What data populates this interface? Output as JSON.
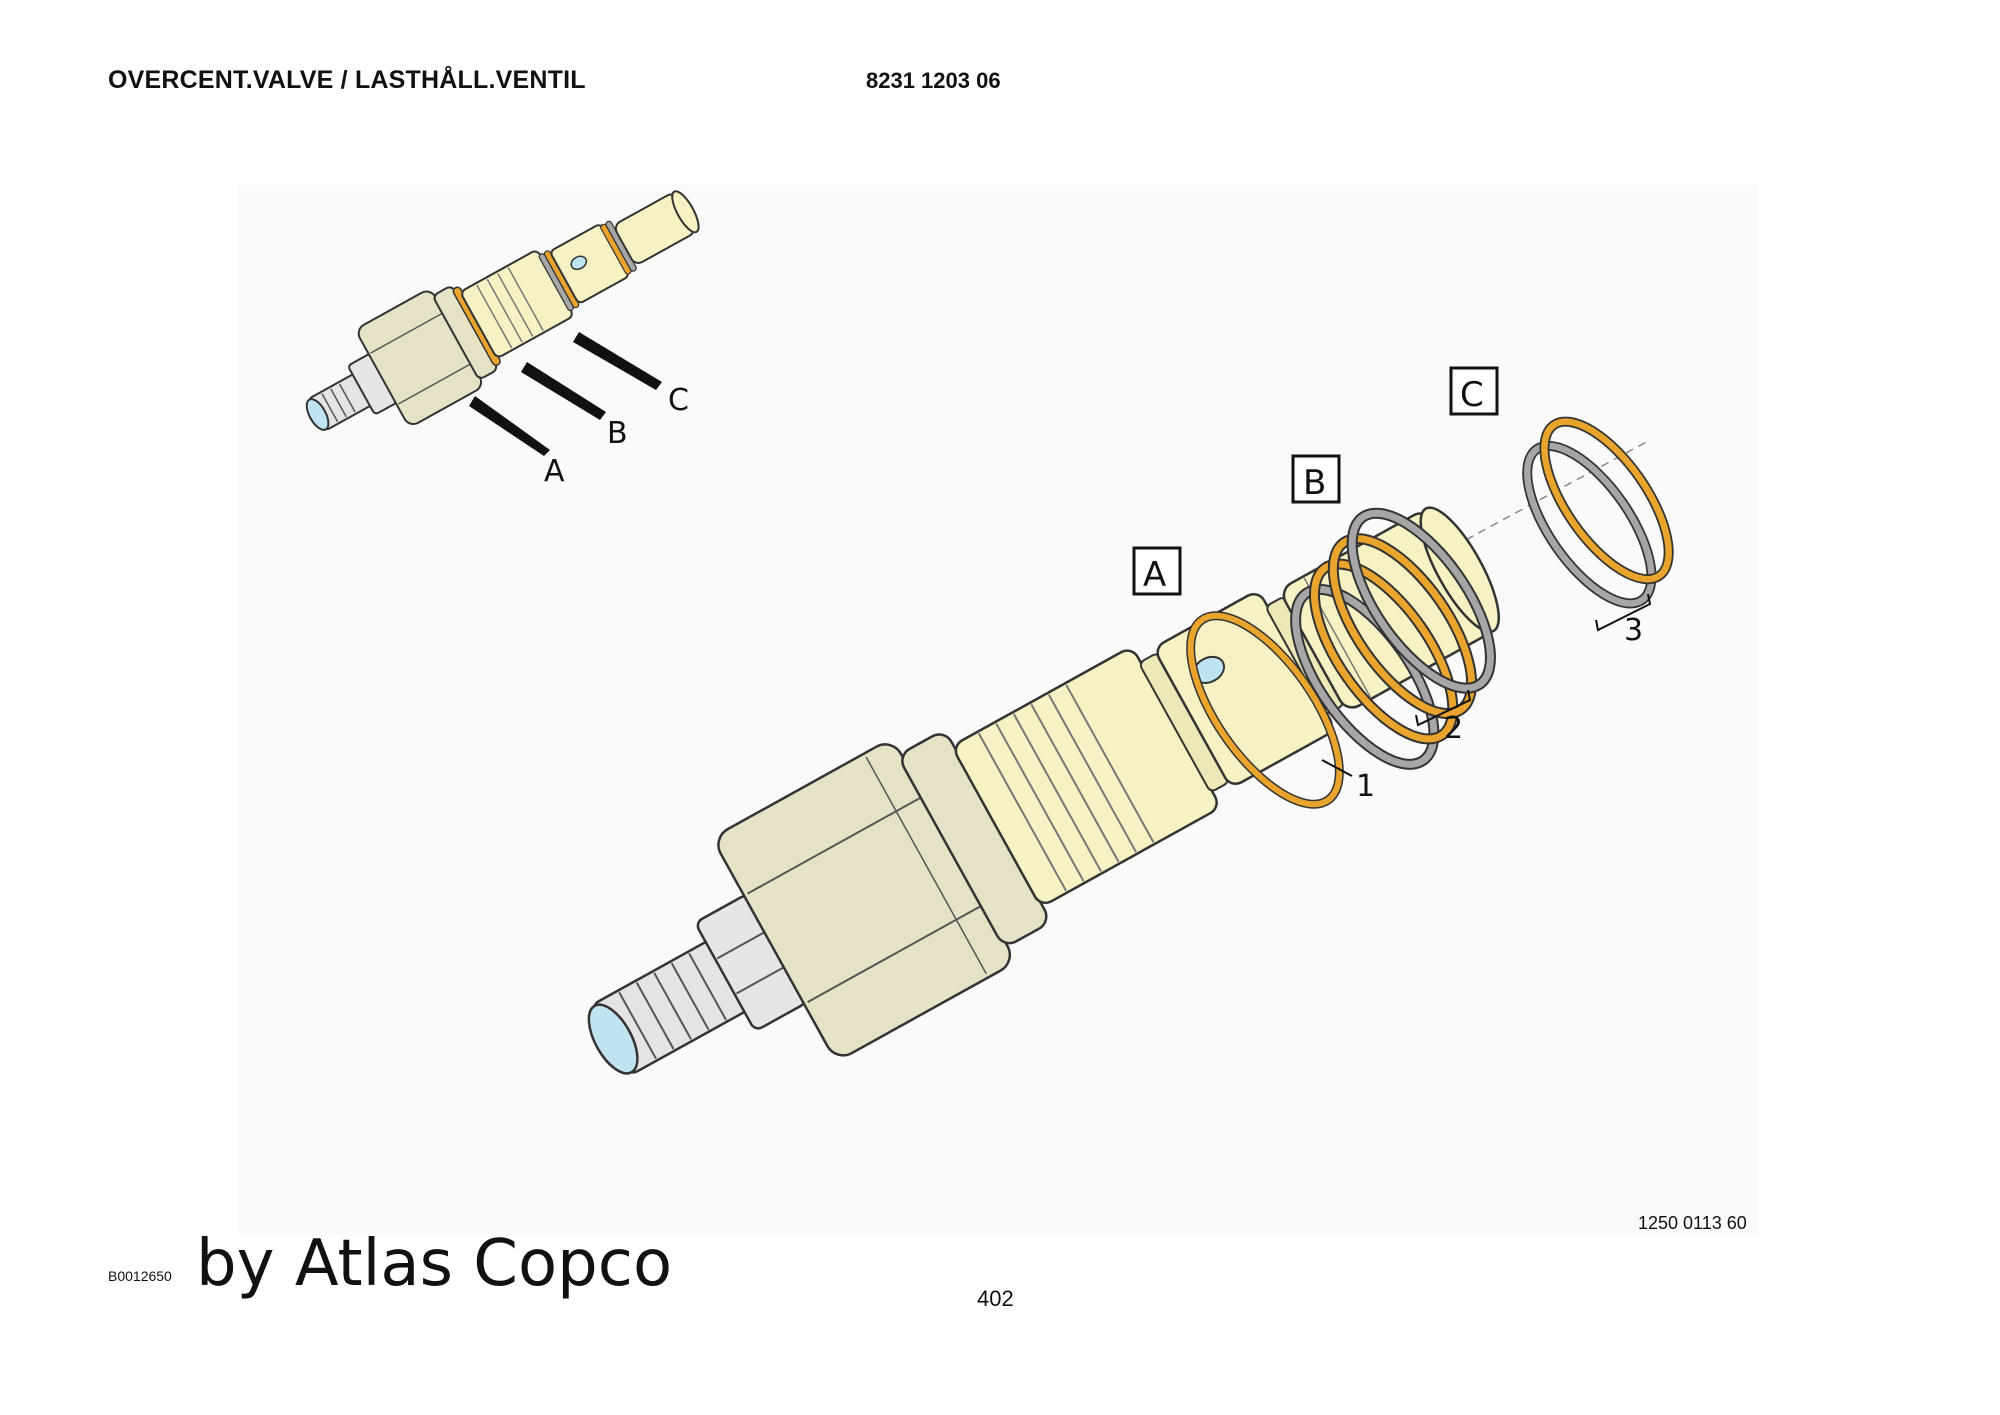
{
  "header": {
    "title": "OVERCENT.VALVE / LASTHÅLL.VENTIL",
    "part_number": "8231 1203 06"
  },
  "overview": {
    "callouts": [
      "A",
      "B",
      "C"
    ]
  },
  "exploded": {
    "group_labels": [
      "A",
      "B",
      "C"
    ],
    "item_numbers": [
      "1",
      "2",
      "3"
    ]
  },
  "reference_code": "1250 0113 60",
  "footer": {
    "doc_code": "B0012650",
    "brand": "by Atlas Copco",
    "page": "402"
  },
  "colors": {
    "body": "#f7f2c4",
    "nut": "#e6e2c6",
    "seal_orange": "#e8a42c",
    "backup_ring_gray": "#a6a6a6",
    "port_blue": "#bfe3f0",
    "panel": "#fafafa"
  }
}
